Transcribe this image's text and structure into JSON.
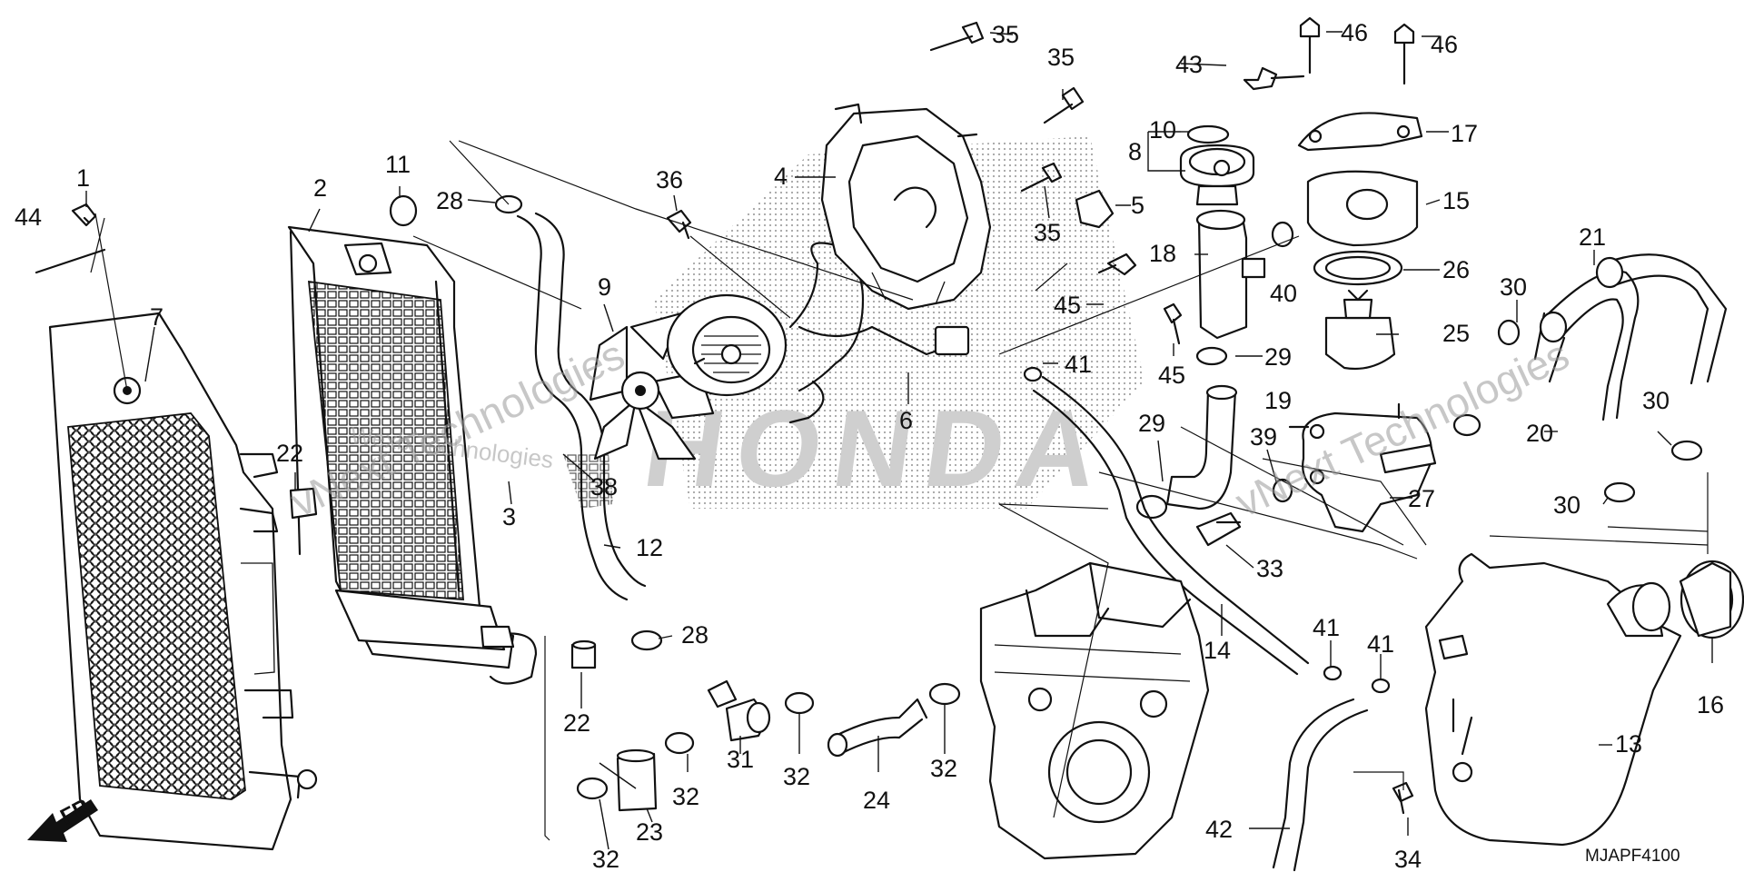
{
  "diagram": {
    "code": "MJAPF4100",
    "front_marker": "FR.",
    "brand_watermark": "HONDA",
    "watermarks": [
      "vNext Technologies",
      "Wexb Technologies",
      "vNext Technologies"
    ]
  },
  "callouts": [
    {
      "id": "c-1",
      "text": "1"
    },
    {
      "id": "c-44",
      "text": "44"
    },
    {
      "id": "c-7",
      "text": "7"
    },
    {
      "id": "c-2",
      "text": "2"
    },
    {
      "id": "c-11",
      "text": "11"
    },
    {
      "id": "c-28a",
      "text": "28"
    },
    {
      "id": "c-22a",
      "text": "22"
    },
    {
      "id": "c-3",
      "text": "3"
    },
    {
      "id": "c-38",
      "text": "38"
    },
    {
      "id": "c-12",
      "text": "12"
    },
    {
      "id": "c-9",
      "text": "9"
    },
    {
      "id": "c-36",
      "text": "36"
    },
    {
      "id": "c-4",
      "text": "4"
    },
    {
      "id": "c-6",
      "text": "6"
    },
    {
      "id": "c-35a",
      "text": "35"
    },
    {
      "id": "c-35b",
      "text": "35"
    },
    {
      "id": "c-35c",
      "text": "35"
    },
    {
      "id": "c-5",
      "text": "5"
    },
    {
      "id": "c-45a",
      "text": "45"
    },
    {
      "id": "c-45b",
      "text": "45"
    },
    {
      "id": "c-41a",
      "text": "41"
    },
    {
      "id": "c-8",
      "text": "8"
    },
    {
      "id": "c-10",
      "text": "10"
    },
    {
      "id": "c-18",
      "text": "18"
    },
    {
      "id": "c-29a",
      "text": "29"
    },
    {
      "id": "c-19",
      "text": "19"
    },
    {
      "id": "c-29b",
      "text": "29"
    },
    {
      "id": "c-40",
      "text": "40"
    },
    {
      "id": "c-43",
      "text": "43"
    },
    {
      "id": "c-46a",
      "text": "46"
    },
    {
      "id": "c-46b",
      "text": "46"
    },
    {
      "id": "c-17",
      "text": "17"
    },
    {
      "id": "c-15",
      "text": "15"
    },
    {
      "id": "c-26",
      "text": "26"
    },
    {
      "id": "c-25",
      "text": "25"
    },
    {
      "id": "c-39",
      "text": "39"
    },
    {
      "id": "c-27",
      "text": "27"
    },
    {
      "id": "c-33",
      "text": "33"
    },
    {
      "id": "c-21",
      "text": "21"
    },
    {
      "id": "c-30a",
      "text": "30"
    },
    {
      "id": "c-20",
      "text": "20"
    },
    {
      "id": "c-30b",
      "text": "30"
    },
    {
      "id": "c-30c",
      "text": "30"
    },
    {
      "id": "c-16",
      "text": "16"
    },
    {
      "id": "c-13",
      "text": "13"
    },
    {
      "id": "c-14",
      "text": "14"
    },
    {
      "id": "c-41b",
      "text": "41"
    },
    {
      "id": "c-41c",
      "text": "41"
    },
    {
      "id": "c-42",
      "text": "42"
    },
    {
      "id": "c-34",
      "text": "34"
    },
    {
      "id": "c-28b",
      "text": "28"
    },
    {
      "id": "c-22b",
      "text": "22"
    },
    {
      "id": "c-31",
      "text": "31"
    },
    {
      "id": "c-32a",
      "text": "32"
    },
    {
      "id": "c-32b",
      "text": "32"
    },
    {
      "id": "c-32c",
      "text": "32"
    },
    {
      "id": "c-32d",
      "text": "32"
    },
    {
      "id": "c-23",
      "text": "23"
    },
    {
      "id": "c-24",
      "text": "24"
    }
  ]
}
